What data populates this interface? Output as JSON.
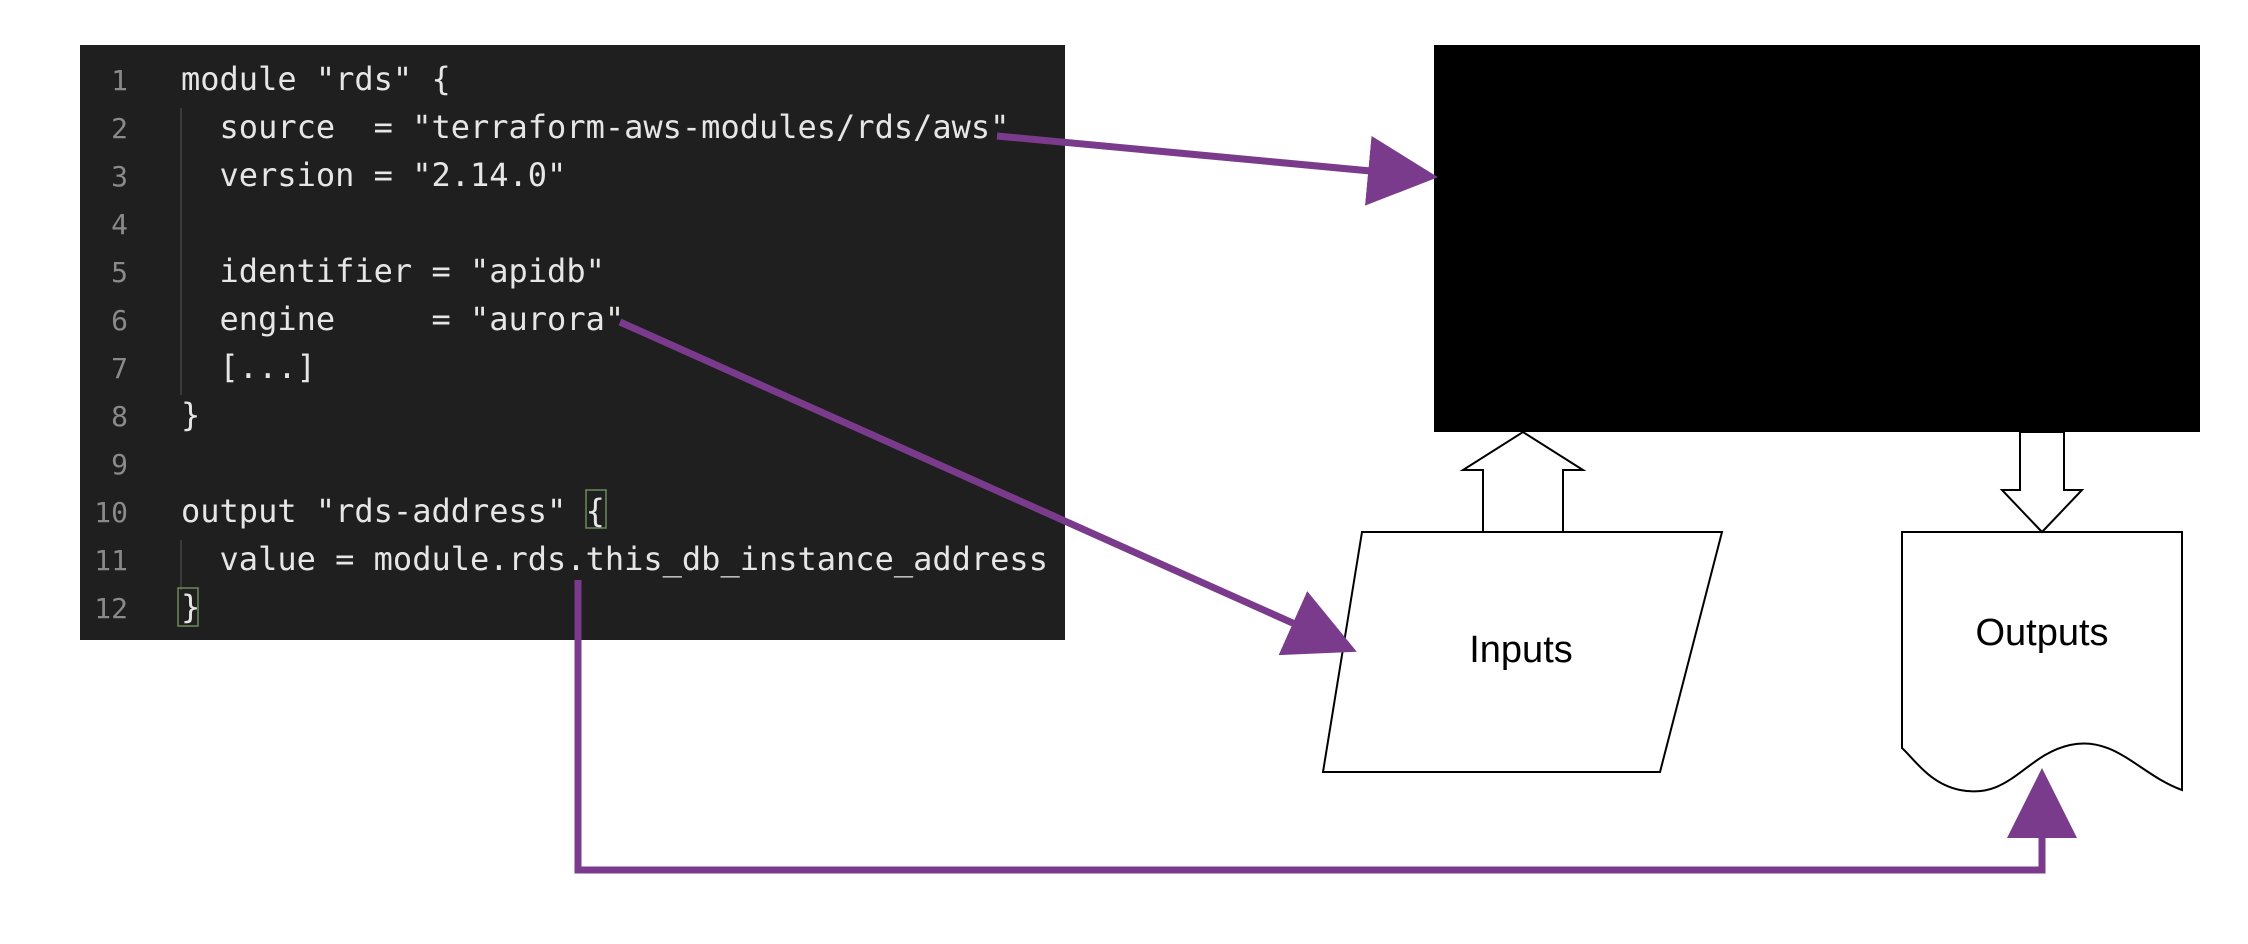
{
  "code_editor": {
    "lines": [
      {
        "number": "1",
        "text": "module \"rds\" {"
      },
      {
        "number": "2",
        "text": "  source  = \"terraform-aws-modules/rds/aws\""
      },
      {
        "number": "3",
        "text": "  version = \"2.14.0\""
      },
      {
        "number": "4",
        "text": ""
      },
      {
        "number": "5",
        "text": "  identifier = \"apidb\""
      },
      {
        "number": "6",
        "text": "  engine     = \"aurora\""
      },
      {
        "number": "7",
        "text": "  [...]"
      },
      {
        "number": "8",
        "text": "}"
      },
      {
        "number": "9",
        "text": ""
      },
      {
        "number": "10",
        "text": "output \"rds-address\" {"
      },
      {
        "number": "11",
        "text": "  value = module.rds.this_db_instance_address"
      },
      {
        "number": "12",
        "text": "}"
      }
    ]
  },
  "diagram": {
    "inputs_label": "Inputs",
    "outputs_label": "Outputs"
  },
  "colors": {
    "editor_background": "#1f1f1f",
    "module_box": "#000000",
    "arrow": "#7b3b8c",
    "line_number": "#8a8a8a",
    "code_text": "#e6e6e6"
  }
}
